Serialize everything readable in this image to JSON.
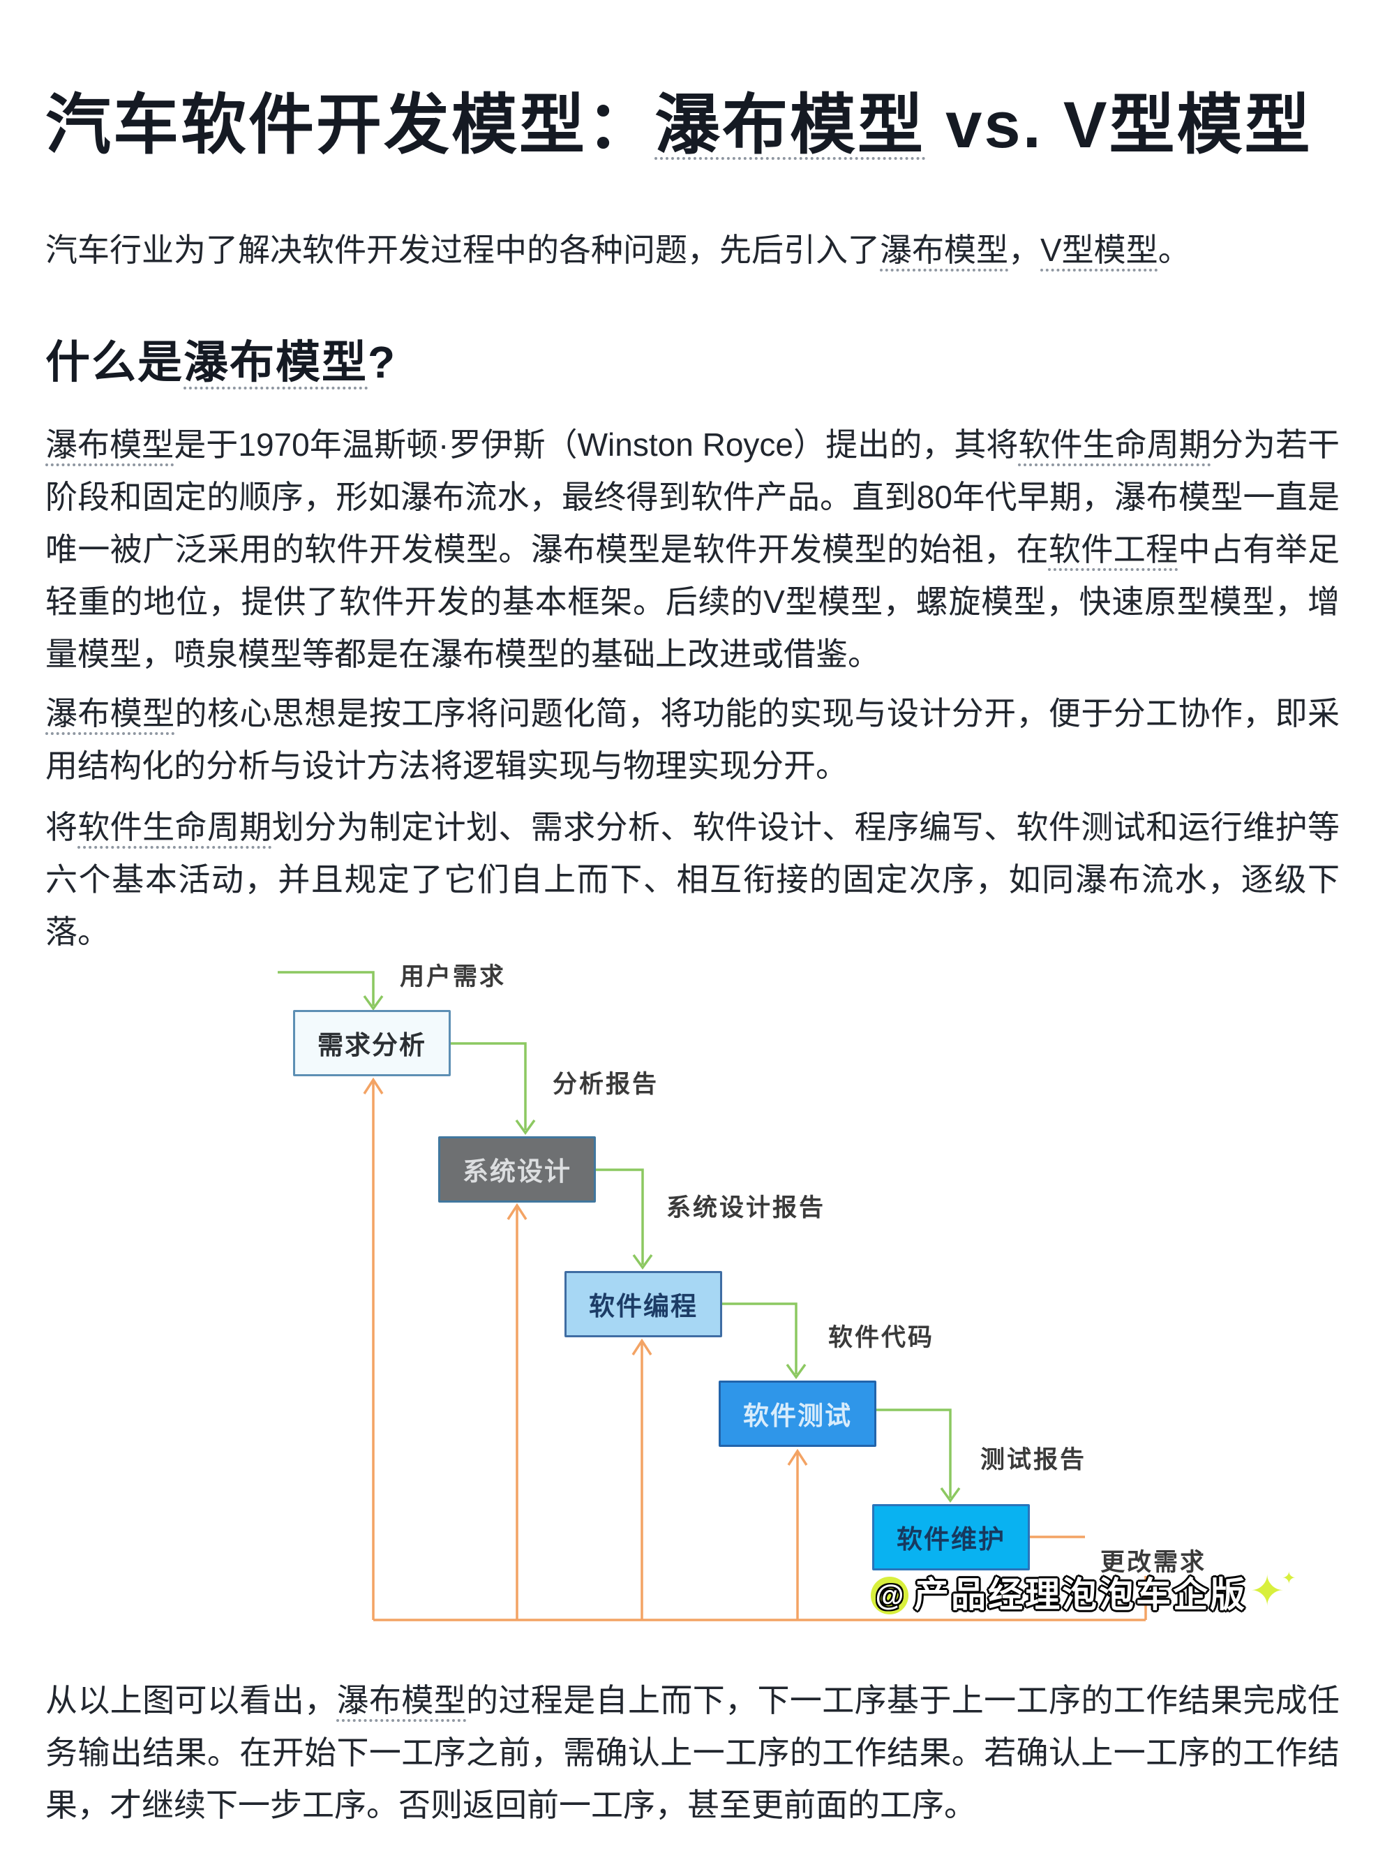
{
  "article": {
    "title": {
      "pre": "汽车软件开发模型：",
      "em": "瀑布模型",
      "post": " vs. V型模型"
    },
    "intro": {
      "s1": "汽车行业为了解决软件开发过程中的各种问题，先后引入了",
      "em1": "瀑布模型",
      "s2": "，",
      "em2": "V型模型",
      "s3": "。"
    },
    "heading": {
      "pre": "什么是",
      "em": "瀑布模型",
      "post": "?"
    },
    "para_history": {
      "em1": "瀑布模型",
      "s1": "是于1970年温斯顿·罗伊斯（Winston Royce）提出的，其将",
      "em2": "软件生命周期",
      "s2": "分为若干阶段和固定的顺序，形如瀑布流水，最终得到软件产品。直到80年代早期，瀑布模型一直是唯一被广泛采用的软件开发模型。瀑布模型是软件开发模型的始祖，在",
      "em3": "软件工程",
      "s3": "中占有举足轻重的地位，提供了软件开发的基本框架。后续的V型模型，螺旋模型，快速原型模型，增量模型，喷泉模型等都是在瀑布模型的基础上改进或借鉴。"
    },
    "para_core": {
      "em1": "瀑布模型",
      "s1": "的核心思想是按工序将问题化简，将功能的实现与设计分开，便于分工协作，即采用结构化的分析与设计方法将逻辑实现与物理实现分开。"
    },
    "para_phases": {
      "s1": "将",
      "em1": "软件生命周期",
      "s2": "划分为制定计划、需求分析、软件设计、程序编写、软件测试和运行维护等六个基本活动，并且规定了它们自上而下、相互衔接的固定次序，如同瀑布流水，逐级下落。"
    },
    "para_conclusion": {
      "s1": "从以上图可以看出，",
      "em1": "瀑布模型",
      "s2": "的过程是自上而下，下一工序基于上一工序的工作结果完成任务输出结果。在开始下一工序之前，需确认上一工序的工作结果。若确认上一工序的工作结果，才继续下一步工序。否则返回前一工序，甚至更前面的工序。"
    }
  },
  "diagram": {
    "boxes": [
      {
        "label": "需求分析"
      },
      {
        "label": "系统设计"
      },
      {
        "label": "软件编程"
      },
      {
        "label": "软件测试"
      },
      {
        "label": "软件维护"
      }
    ],
    "labels": {
      "user_requirements": "用户需求",
      "analysis_report": "分析报告",
      "system_design_report": "系统设计报告",
      "software_code": "软件代码",
      "test_report": "测试报告",
      "change_request": "更改需求"
    },
    "watermark": {
      "at": "@",
      "text": "产品经理泡泡车企版",
      "star": "✦",
      "star_small": "✦"
    },
    "colors": {
      "flow_green": "#8cc861",
      "feedback_orange": "#f3a364",
      "box1_fill": "#f3fafd",
      "box2_fill": "#6e7072",
      "box3_fill": "#a7d7f4",
      "box4_fill": "#2f96e9",
      "box5_fill": "#09b2f1",
      "watermark_accent": "#d8ef3d"
    }
  }
}
